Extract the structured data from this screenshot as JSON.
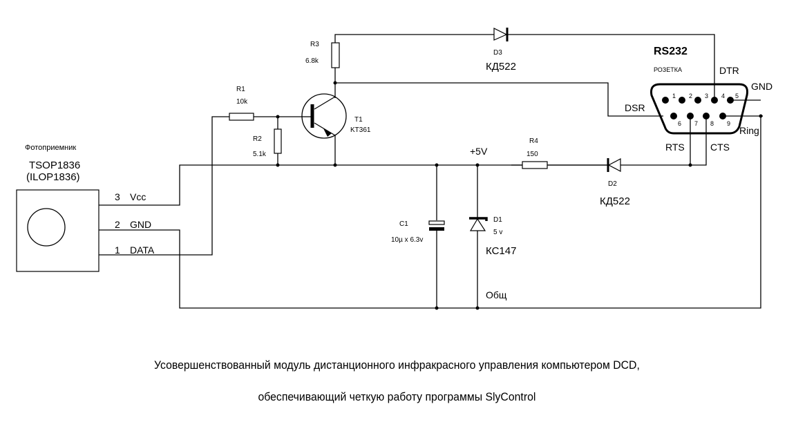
{
  "photoreceiver": {
    "title": "Фотоприемник",
    "part": "TSOP1836",
    "alt_part": "(ILOP1836)",
    "pins": [
      {
        "num": "3",
        "name": "Vcc"
      },
      {
        "num": "2",
        "name": "GND"
      },
      {
        "num": "1",
        "name": "DATA"
      }
    ]
  },
  "components": {
    "r1": {
      "ref": "R1",
      "value": "10k"
    },
    "r2": {
      "ref": "R2",
      "value": "5.1k"
    },
    "r3": {
      "ref": "R3",
      "value": "6.8k"
    },
    "r4": {
      "ref": "R4",
      "value": "150"
    },
    "t1": {
      "ref": "T1",
      "value": "KT361"
    },
    "d1": {
      "ref": "D1",
      "value": "5 v",
      "part": "КС147"
    },
    "d2": {
      "ref": "D2",
      "part": "КД522"
    },
    "d3": {
      "ref": "D3",
      "part": "КД522"
    },
    "c1": {
      "ref": "C1",
      "value": "10µ x 6.3v"
    }
  },
  "nets": {
    "vcc": "+5V",
    "ground": "Общ"
  },
  "connector": {
    "title": "RS232",
    "subtitle": "РОЗЕТКА",
    "pin_numbers": [
      "1",
      "2",
      "3",
      "4",
      "5",
      "6",
      "7",
      "8",
      "9"
    ],
    "signals": {
      "dtr": "DTR",
      "gnd": "GND",
      "dsr": "DSR",
      "ring": "Ring",
      "rts": "RTS",
      "cts": "CTS"
    }
  },
  "caption": {
    "line1": "Усовершенствованный модуль дистанционного инфракрасного управления компьютером DCD,",
    "line2": "обеспечивающий четкую работу программы SlyControl"
  }
}
